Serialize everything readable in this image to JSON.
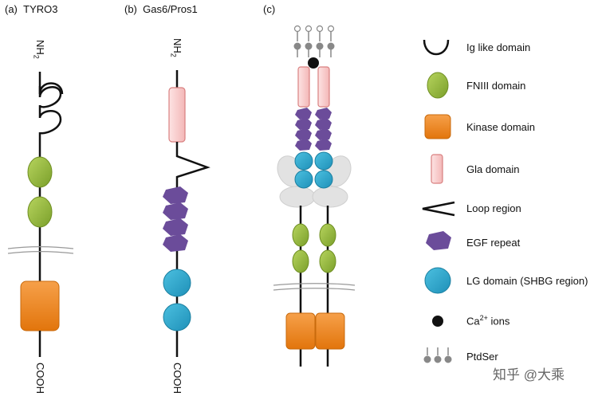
{
  "panels": {
    "a": {
      "label": "(a)",
      "title": "TYRO3",
      "n_term": "NH",
      "n_sub": "2",
      "c_term": "COOH"
    },
    "b": {
      "label": "(b)",
      "title": "Gas6/Pros1",
      "n_term": "NH",
      "n_sub": "2",
      "c_term": "COOH"
    },
    "c": {
      "label": "(c)"
    }
  },
  "legend": {
    "ig": "Ig like domain",
    "fn3": "FNIII domain",
    "kinase": "Kinase domain",
    "gla": "Gla domain",
    "loop": "Loop region",
    "egf": "EGF repeat",
    "lg": "LG domain (SHBG region)",
    "ca_pre": "Ca",
    "ca_sup": "2+",
    "ca_post": " ions",
    "ptdser": "PtdSer"
  },
  "watermark": "知乎 @大乘",
  "colors": {
    "fn3": "#8db33a",
    "kinase": "#f08a1c",
    "gla": "#f7c6c6",
    "gla_stroke": "#d98080",
    "egf": "#6b4c9a",
    "lg": "#2ba3c9",
    "lg_stroke": "#1b7fa0",
    "lipid": "#888888",
    "membrane": "#999999",
    "grey_domain": "#dddddd"
  }
}
